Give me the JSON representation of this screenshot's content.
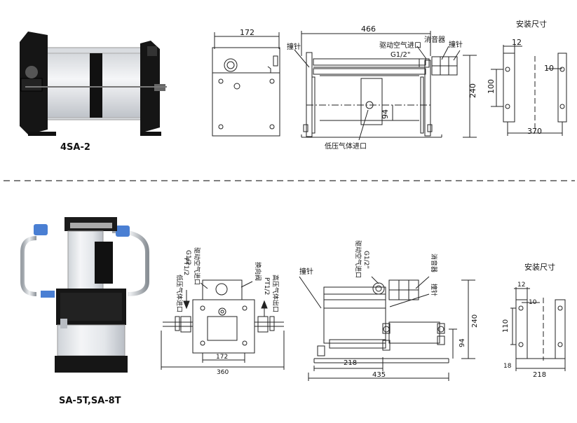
{
  "top": {
    "model": "4SA-2",
    "dims": {
      "w172": "172",
      "w466": "466",
      "h240": "240",
      "h94": "94"
    },
    "labels": {
      "strike_pin_left": "撞针",
      "drive_air_inlet": "驱动空气进口",
      "thread": "G1/2\"",
      "muffler": "消音器",
      "strike_pin_right": "撞针",
      "low_pressure_inlet": "低压气体进口"
    },
    "install": {
      "title": "安装尺寸",
      "d12": "12",
      "d100": "100",
      "d10": "10",
      "d370": "370"
    }
  },
  "bottom": {
    "model": "SA-5T,SA-8T",
    "side": {
      "low_inlet": "低压气体进口",
      "low_inlet_thread": "PT1/2",
      "drive_inlet": "驱动空气进口",
      "drive_inlet_thread": "G1/2",
      "check_valve": "换向阀",
      "high_outlet": "高压气体出口",
      "high_outlet_thread": "PT1/2",
      "d172": "172",
      "d360": "360"
    },
    "front": {
      "strike_pin_left": "撞针",
      "drive_inlet": "驱动空气进口",
      "thread": "G1/2\"",
      "muffler": "消音器",
      "strike_pin_right": "撞针",
      "d240": "240",
      "d94": "94",
      "d218": "218",
      "d435": "435"
    },
    "install": {
      "title": "安装尺寸",
      "d12": "12",
      "d10": "10",
      "d110": "110",
      "d18": "18",
      "d218": "218"
    }
  }
}
